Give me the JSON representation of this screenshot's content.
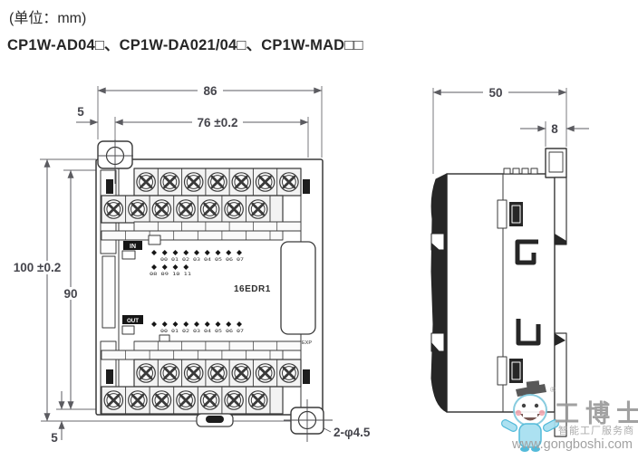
{
  "header": {
    "unit_note": "(单位：mm)",
    "title": "CP1W-AD04□、CP1W-DA021/04□、CP1W-MAD□□"
  },
  "front_view": {
    "module_label": "16EDR1",
    "in_badge": "IN",
    "out_badge": "OUT",
    "exp_label": "EXP",
    "led_labels": {
      "in_row1": "00 01 02 03 04 05 06 07",
      "in_row2": "08 09 10 11",
      "out_row": "00 01 02 03 04 05 06 07"
    },
    "dims": {
      "total_width": "86",
      "mount_width": "76 ±0.2",
      "top_left_offset": "5",
      "total_height": "100 ±0.2",
      "inner_height": "90",
      "bottom_offset": "5",
      "mount_holes": "2-φ4.5"
    }
  },
  "side_view": {
    "dims": {
      "depth": "50",
      "connector_width": "8"
    }
  },
  "watermark": {
    "reg_mark": "®",
    "brand": "工博士",
    "tagline": "智能工厂服务商",
    "url": "www.gongboshi.com"
  },
  "colors": {
    "outline": "#3a3a3a",
    "dimension": "#5b5b60",
    "title_text": "#262626",
    "watermark_text": "#9a9a9a",
    "mascot_body": "#a5dff0",
    "mascot_accent": "#45b5d6"
  }
}
